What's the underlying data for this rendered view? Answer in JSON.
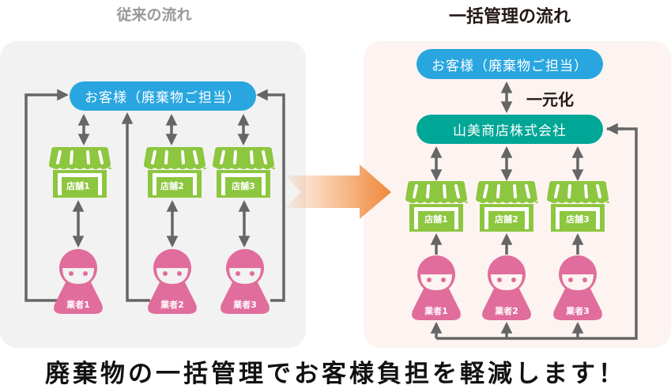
{
  "titles": {
    "conventional": "従来の流れ",
    "integrated": "一括管理の流れ"
  },
  "left": {
    "customer": "お客様（廃棄物ご担当）",
    "stores": [
      "店舗1",
      "店舗2",
      "店舗3"
    ],
    "workers": [
      "業者1",
      "業者2",
      "業者3"
    ]
  },
  "right": {
    "customer": "お客様（廃棄物ご担当）",
    "unify_label": "一元化",
    "company": "山美商店株式会社",
    "stores": [
      "店舗1",
      "店舗2",
      "店舗3"
    ],
    "workers": [
      "業者1",
      "業者2",
      "業者3"
    ]
  },
  "tagline": "廃棄物の一括管理でお客様負担を軽減します！",
  "colors": {
    "customer_blue": "#29a6e0",
    "company_teal": "#00a696",
    "store_green": "#8dc63f",
    "worker_pink": "#e06d9c",
    "arrow_gray": "#666666",
    "transition_orange": "#f08a3c",
    "left_panel_bg": "#f2f2f2",
    "right_panel_bg": "#fdf4f1"
  },
  "icons": {
    "store": "storefront-icon",
    "worker": "person-icon",
    "transition": "right-arrow-icon"
  }
}
